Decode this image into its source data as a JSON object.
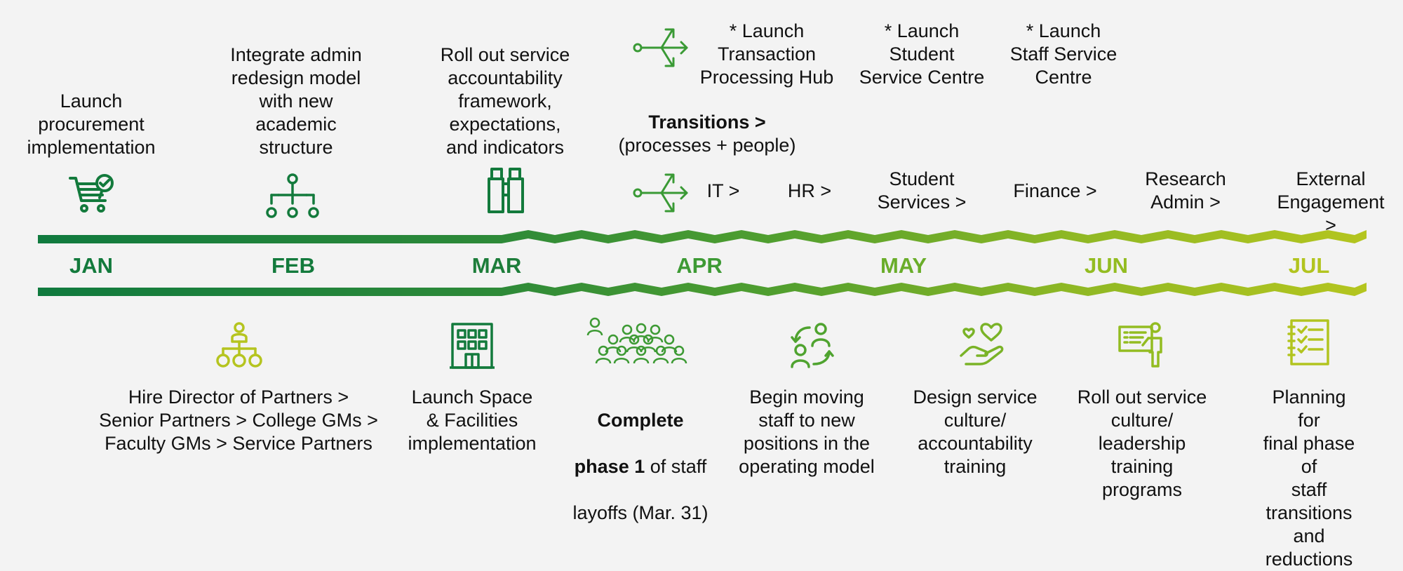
{
  "colors": {
    "dark_green": "#137a3c",
    "mid_green": "#3f9c34",
    "light_green": "#9cbe1e",
    "olive": "#b5c41f"
  },
  "months": [
    "JAN",
    "FEB",
    "MAR",
    "APR",
    "MAY",
    "JUN",
    "JUL"
  ],
  "top": {
    "jan": "Launch\nprocurement\nimplementation",
    "feb": "Integrate admin\nredesign model\nwith new\nacademic\nstructure",
    "mar": "Roll out service\naccountability\nframework,\nexpectations,\nand indicators",
    "launch_tph": "* Launch\nTransaction\nProcessing Hub",
    "launch_ssc": "* Launch\nStudent\nService Centre",
    "launch_staff": "* Launch\nStaff Service\nCentre",
    "transitions_title": "Transitions >",
    "transitions_sub": "(processes + people)",
    "it": "IT >",
    "hr": "HR >",
    "student_services": "Student\nServices >",
    "finance": "Finance >",
    "research_admin": "Research\nAdmin >",
    "external": "External\nEngagement >"
  },
  "bottom": {
    "hire": "Hire Director of Partners >\nSenior Partners > College GMs >\nFaculty GMs > Service Partners",
    "space": "Launch Space\n& Facilities\nimplementation",
    "complete_bold_1": "Complete",
    "complete_bold_2": "phase 1",
    "complete_rest_2": " of staff",
    "complete_rest_3": "layoffs (Mar. 31)",
    "moving": "Begin moving\nstaff to new\npositions in the\noperating model",
    "design": "Design service\nculture/\naccountability\ntraining",
    "rollout": "Roll out service\nculture/\nleadership\ntraining\nprograms",
    "planning": "Planning for\nfinal phase of\nstaff transitions\nand reductions"
  },
  "icons": {
    "jan": "shopping-cart-check-icon",
    "feb": "org-chart-icon",
    "mar": "binoculars-icon",
    "branch_top": "branching-arrows-icon",
    "branch_mid": "branching-arrows-icon",
    "hire": "person-hierarchy-icon",
    "space": "building-icon",
    "complete": "crowd-icon",
    "moving": "people-swap-icon",
    "design": "heart-hand-icon",
    "rollout": "presenter-board-icon",
    "planning": "checklist-icon"
  }
}
